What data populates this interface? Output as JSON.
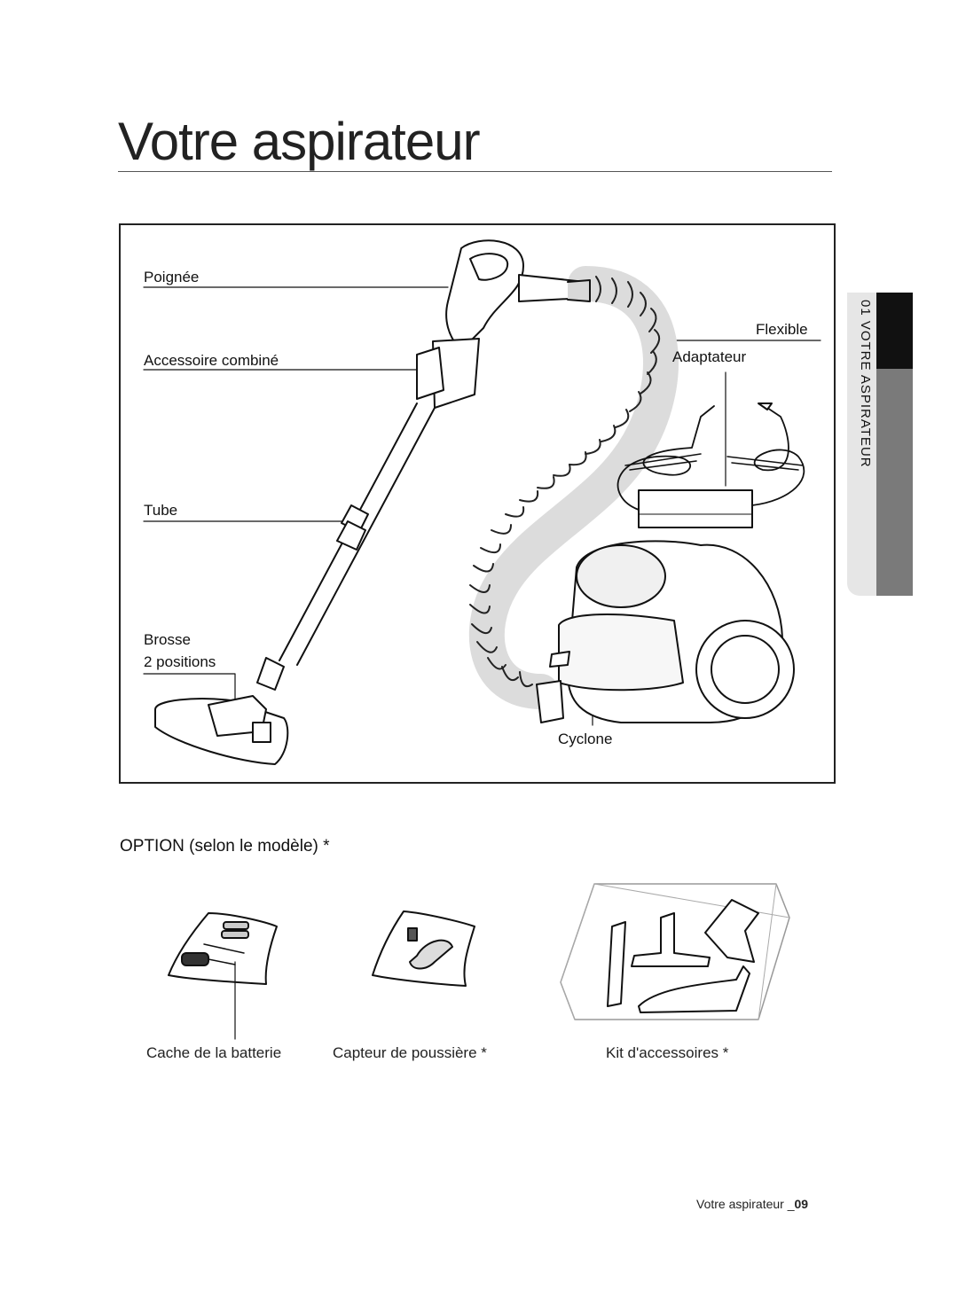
{
  "page": {
    "title": "Votre aspirateur",
    "side_tab": "01 VOTRE ASPIRATEUR",
    "footer_text": "Votre aspirateur _",
    "footer_page": "09"
  },
  "diagram": {
    "labels": {
      "poignee": "Poignée",
      "accessoire": "Accessoire combiné",
      "tube": "Tube",
      "brosse": "Brosse",
      "positions": "2 positions",
      "flexible": "Flexible",
      "adaptateur": "Adaptateur",
      "cyclone": "Cyclone"
    }
  },
  "options": {
    "heading": "OPTION (selon le modèle) *",
    "items": [
      {
        "label": "Cache de la batterie"
      },
      {
        "label": "Capteur de poussière *"
      },
      {
        "label": "Kit d'accessoires *"
      }
    ]
  }
}
